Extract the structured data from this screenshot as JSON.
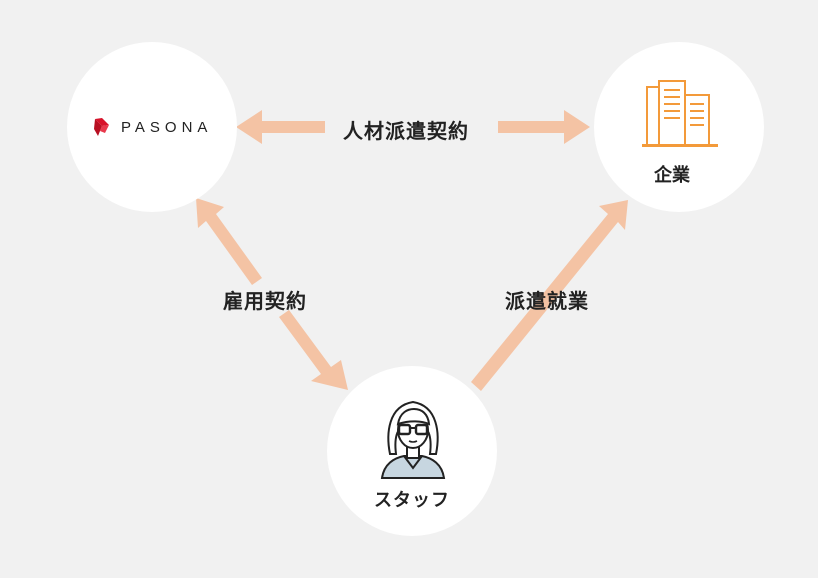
{
  "colors": {
    "background": "#f1f1f1",
    "arrow": "#f4c3a4",
    "building": "#f39a3a",
    "logo_red": "#d7132a"
  },
  "nodes": {
    "pasona": {
      "logo_text": "PASONA",
      "icon": "pasona-logo-icon"
    },
    "company": {
      "label": "企業",
      "icon": "building-icon"
    },
    "staff": {
      "label": "スタッフ",
      "icon": "staff-person-icon"
    }
  },
  "relations": {
    "top": "人材派遣契約",
    "left": "雇用契約",
    "right": "派遣就業"
  }
}
